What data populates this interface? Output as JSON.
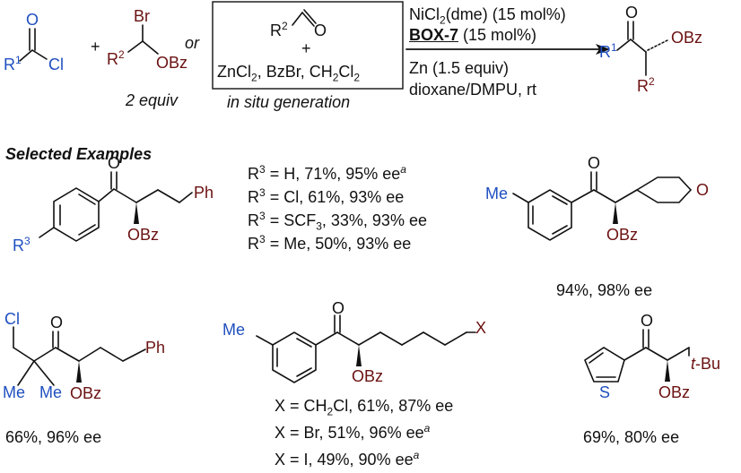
{
  "reagents": {
    "acyl": {
      "o": "O",
      "r1": "R",
      "r1_sup": "1",
      "cl": "Cl"
    },
    "plus": "+",
    "bromo": {
      "br": "Br",
      "r2": "R",
      "r2_sup": "2",
      "obz": "OBz"
    },
    "equiv": "2 equiv",
    "or": "or"
  },
  "box": {
    "r2": "R",
    "r2_sup": "2",
    "o": "O",
    "plus": "+",
    "line_a": "ZnCl",
    "line_a_sub": "2",
    "line_b": ", BzBr, CH",
    "line_b_sub1": "2",
    "line_c": "Cl",
    "line_c_sub": "2",
    "caption": "in situ generation"
  },
  "conditions": {
    "l1a": "NiCl",
    "l1_sub": "2",
    "l1b": "(dme) (15 mol%)",
    "l2a": "BOX-7",
    "l2b": " (15 mol%)",
    "l3": "Zn (1.5 equiv)",
    "l4": "dioxane/DMPU, rt"
  },
  "product": {
    "o": "O",
    "r1": "R",
    "r1_sup": "1",
    "obz": "OBz",
    "r2": "R",
    "r2_sup": "2"
  },
  "section_title": "Selected Examples",
  "ex1": {
    "o": "O",
    "ph": "Ph",
    "obz": "OBz",
    "r3": "R",
    "r3_sup": "3",
    "rows": [
      {
        "a": "R",
        "sup": "3",
        "b": " = H, 71%, 95% ee",
        "note": "a"
      },
      {
        "a": "R",
        "sup": "3",
        "b": " = Cl, 61%, 93% ee",
        "note": ""
      },
      {
        "a": "R",
        "sup": "3",
        "b": " = SCF",
        "sub": "3",
        "c": ", 33%, 93% ee"
      },
      {
        "a": "R",
        "sup": "3",
        "b": " = Me, 50%, 93% ee",
        "note": ""
      }
    ]
  },
  "ex2": {
    "me": "Me",
    "o_ket": "O",
    "o_ring": "O",
    "obz": "OBz",
    "yield": "94%, 98% ee"
  },
  "ex3": {
    "cl": "Cl",
    "o": "O",
    "ph": "Ph",
    "me1": "Me",
    "me2": "Me",
    "obz": "OBz",
    "yield": "66%, 96% ee"
  },
  "ex4": {
    "me": "Me",
    "o": "O",
    "x": "X",
    "obz": "OBz",
    "rows": [
      {
        "a": "X = CH",
        "sub": "2",
        "b": "Cl, 61%, 87% ee",
        "note": ""
      },
      {
        "a": "X = Br, 51%, 96% ee",
        "note": "a"
      },
      {
        "a": "X = I, 49%, 90% ee",
        "note": "a"
      }
    ]
  },
  "ex5": {
    "o": "O",
    "s": "S",
    "tbu_t": "t",
    "tbu_rest": "-Bu",
    "obz": "OBz",
    "yield": "69%, 80% ee"
  },
  "colors": {
    "blue": "#1f4fbf",
    "red": "#6b1111",
    "black": "#111111"
  }
}
